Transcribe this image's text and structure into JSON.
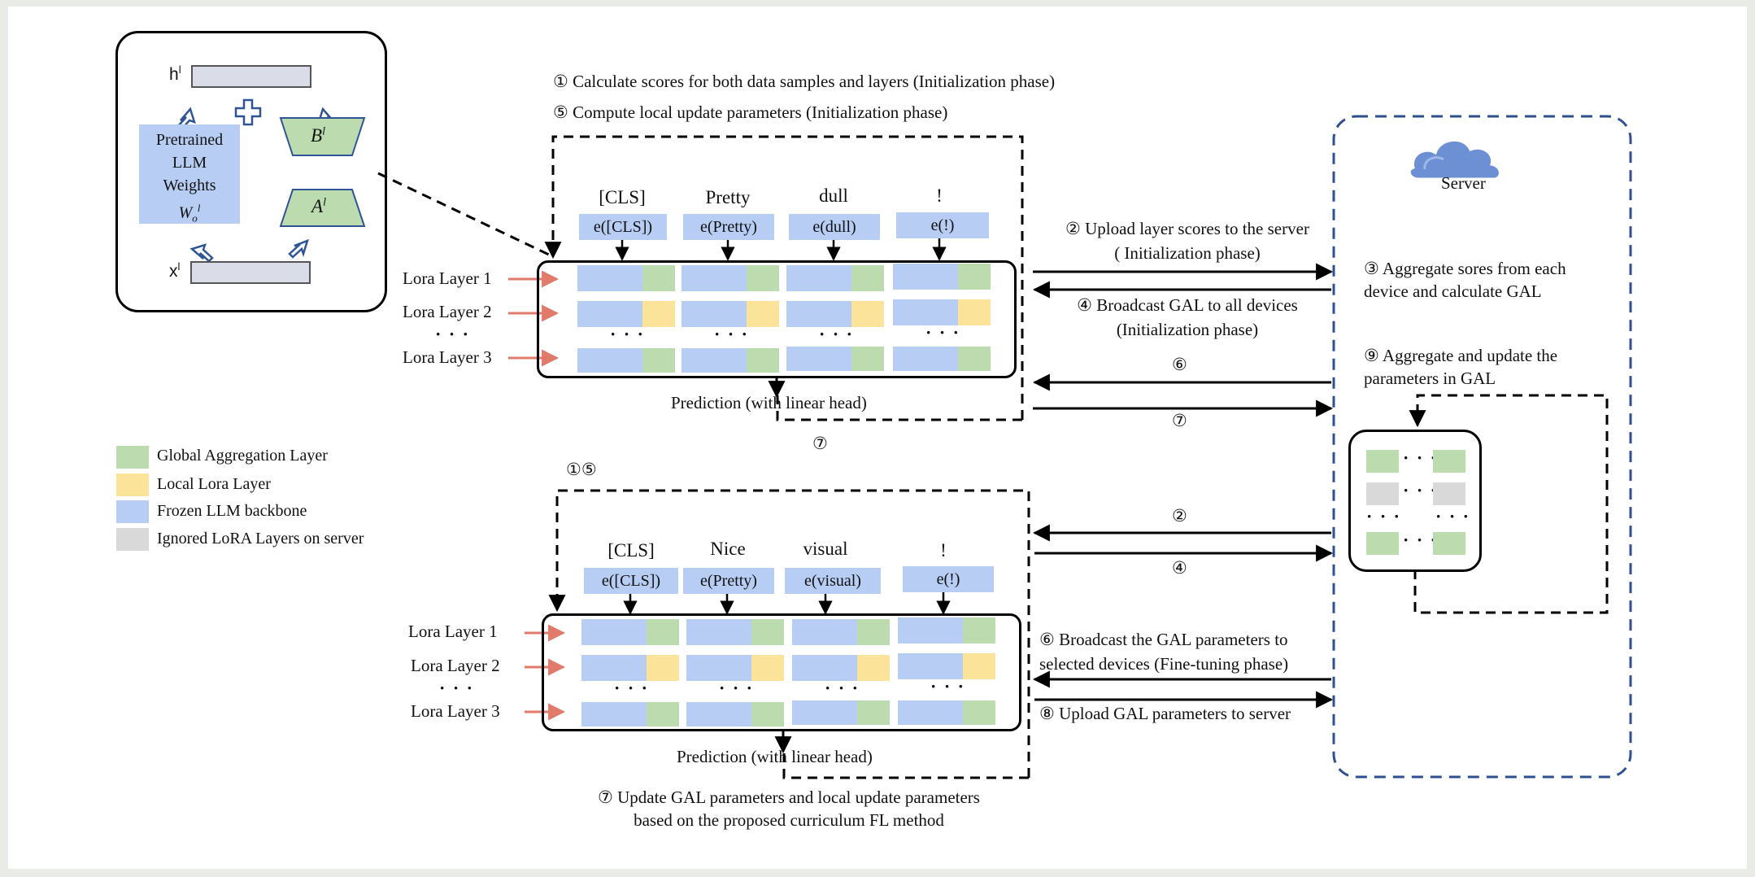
{
  "lora_box": {
    "h_label": "h",
    "h_sup": "l",
    "x_label": "x",
    "x_sup": "l",
    "pretrained": [
      "Pretrained",
      "LLM",
      "Weights"
    ],
    "w_label": "W",
    "w_sub": "o",
    "w_sup": "l",
    "b_label": "B",
    "b_sup": "l",
    "a_label": "A",
    "a_sup": "l"
  },
  "top_device": {
    "step1": "① Calculate scores for both data samples and layers (Initialization phase)",
    "step5": "⑤ Compute local update parameters (Initialization phase)",
    "tokens": [
      "[CLS]",
      "Pretty",
      "dull",
      "!"
    ],
    "embeddings": [
      "e([CLS])",
      "e(Pretty)",
      "e(dull)",
      "e(!)"
    ],
    "layers": [
      "Lora Layer 1",
      "Lora Layer 2",
      "Lora Layer 3"
    ],
    "layer_dots": "· · ·",
    "prediction": "Prediction (with linear head)",
    "step7_below": "⑦"
  },
  "bottom_device": {
    "step15": "①⑤",
    "tokens": [
      "[CLS]",
      "Nice",
      "visual",
      "!"
    ],
    "embeddings": [
      "e([CLS])",
      "e(Pretty)",
      "e(visual)",
      "e(!)"
    ],
    "layers": [
      "Lora Layer 1",
      "Lora Layer 2",
      "Lora Layer 3"
    ],
    "layer_dots": "· · ·",
    "prediction": "Prediction (with linear head)",
    "step7": [
      "⑦ Update GAL parameters and local update parameters",
      "based on the proposed curriculum FL method"
    ]
  },
  "links": {
    "upload_scores": [
      "② Upload layer scores to the server",
      "( Initialization phase)"
    ],
    "broadcast_gal": [
      "④ Broadcast GAL to all devices",
      "(Initialization phase)"
    ],
    "six_top": "⑥",
    "seven_top": "⑦",
    "two_bottom": "②",
    "four_bottom": "④",
    "broadcast_params": [
      "⑥ Broadcast the GAL parameters to",
      "selected devices (Fine-tuning phase)"
    ],
    "upload_params": "⑧ Upload GAL parameters  to server"
  },
  "server": {
    "label": "Server",
    "step3": [
      "③ Aggregate sores from each",
      "device and calculate GAL"
    ],
    "step9": [
      "⑨ Aggregate and update the",
      "parameters in GAL"
    ]
  },
  "legend": [
    {
      "label": "Global Aggregation Layer",
      "color": "#bcdcb0"
    },
    {
      "label": "Local Lora Layer",
      "color": "#fbe39a"
    },
    {
      "label": "Frozen LLM backbone",
      "color": "#b7cdf4"
    },
    {
      "label": "Ignored LoRA Layers on server",
      "color": "#d9d9d9"
    }
  ],
  "colors": {
    "backbone": "#b7cdf4",
    "global": "#bcdcb0",
    "local": "#fbe39a",
    "ignored": "#d9d9d9",
    "server_border": "#2f4f8f",
    "input_arrow": "#e07a6a"
  }
}
